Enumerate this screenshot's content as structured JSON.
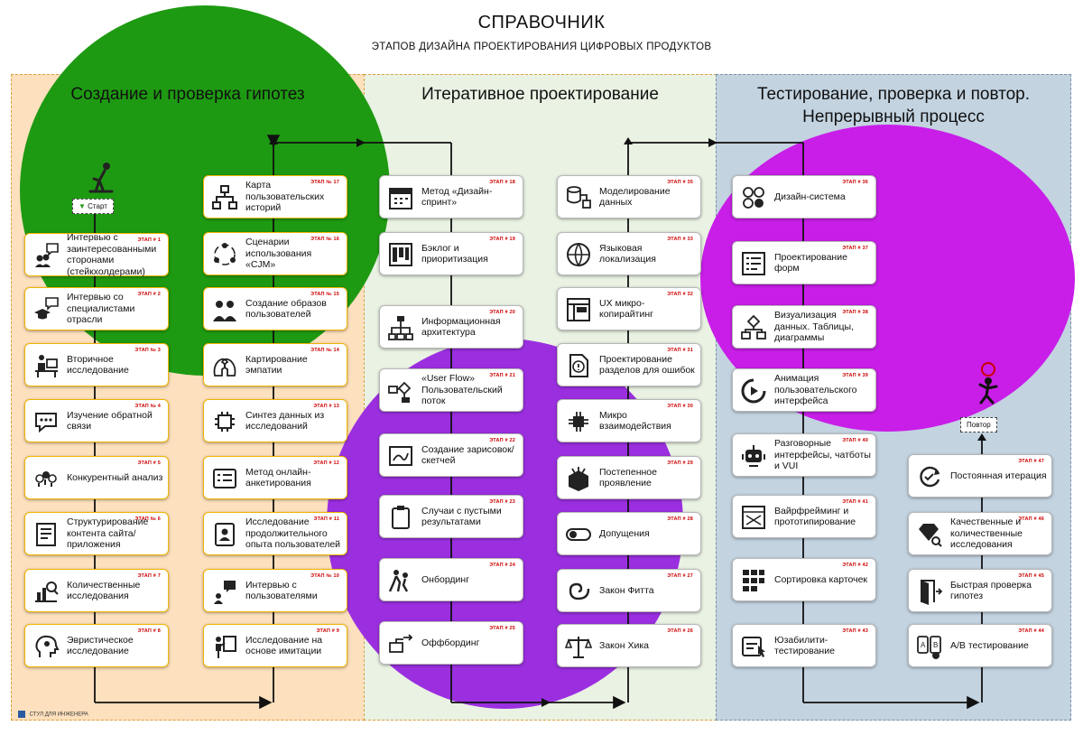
{
  "header": {
    "title": "СПРАВОЧНИК",
    "subtitle": "ЭТАПОВ ДИЗАЙНА ПРОЕКТИРОВАНИЯ ЦИФРОВЫХ ПРОДУКТОВ"
  },
  "colors": {
    "green": "#1e9a12",
    "purple": "#9b2fe0",
    "magenta": "#c81ee8",
    "zone1": "#fde0bd",
    "zone2": "#e9f2e3",
    "zone3": "#c3d3e0",
    "stage": "#cc0000",
    "card_border_yellow": "#f0b400"
  },
  "zones": [
    {
      "title": "Создание и проверка гипотез"
    },
    {
      "title": "Итеративное проектирование"
    },
    {
      "title_line1": "Тестирование, проверка и повтор.",
      "title_line2": "Непрерывный процесс"
    }
  ],
  "markers": {
    "start": "Старт",
    "repeat": "Повтор"
  },
  "footer": "СТУЛ ДЛЯ ИНЖЕНЕРА",
  "columns": [
    {
      "cards": [
        {
          "stage": "ЭТАП # 1",
          "label": "Интервью с заинтересованными сторонами (стейкхолдерами)",
          "icon": "people-speech-icon"
        },
        {
          "stage": "ЭТАП # 2",
          "label": "Интервью со специалистами отрасли",
          "icon": "graduate-speech-icon"
        },
        {
          "stage": "ЭТАП № 3",
          "label": "Вторичное исследование",
          "icon": "desk-worker-icon"
        },
        {
          "stage": "ЭТАП № 4",
          "label": "Изучение обратной связи",
          "icon": "chat-bubble-icon"
        },
        {
          "stage": "ЭТАП # 5",
          "label": "Конкурентный анализ",
          "icon": "lightbulbs-icon"
        },
        {
          "stage": "ЭТАП № 6",
          "label": "Структурирование контента сайта/приложения",
          "icon": "document-list-icon"
        },
        {
          "stage": "ЭТАП # 7",
          "label": "Количественные исследования",
          "icon": "chart-magnifier-icon"
        },
        {
          "stage": "ЭТАП # 8",
          "label": "Эвристическое исследование",
          "icon": "head-gear-icon"
        }
      ]
    },
    {
      "cards": [
        {
          "stage": "ЭТАП № 17",
          "label": "Карта пользовательских историй",
          "icon": "hierarchy-icon"
        },
        {
          "stage": "ЭТАП № 16",
          "label": "Сценарии использования «CJM»",
          "icon": "cycle-users-icon"
        },
        {
          "stage": "ЭТАП № 15",
          "label": "Создание образов пользователей",
          "icon": "personas-icon"
        },
        {
          "stage": "ЭТАП № 14",
          "label": "Картирование эмпатии",
          "icon": "faces-icon"
        },
        {
          "stage": "ЭТАП # 13",
          "label": "Синтез данных из исследований",
          "icon": "chip-icon"
        },
        {
          "stage": "ЭТАП # 12",
          "label": "Метод онлайн-анкетирования",
          "icon": "survey-icon"
        },
        {
          "stage": "ЭТАП # 11",
          "label": "Исследование продолжительного опыта пользователей",
          "icon": "contact-book-icon"
        },
        {
          "stage": "ЭТАП № 10",
          "label": "Интервью с пользователями",
          "icon": "dialog-icon"
        },
        {
          "stage": "ЭТАП # 9",
          "label": "Исследование на основе имитации",
          "icon": "presenter-icon"
        }
      ]
    },
    {
      "cards": [
        {
          "stage": "ЭТАП # 18",
          "label": "Метод «Дизайн-спринт»",
          "icon": "calendar-icon"
        },
        {
          "stage": "ЭТАП # 19",
          "label": "Бэклог и приоритизация",
          "icon": "kanban-icon"
        },
        {
          "stage": "ЭТАП # 20",
          "label": "Информационная архитектура",
          "icon": "sitemap-icon"
        },
        {
          "stage": "ЭТАП # 21",
          "label": "«User Flow» Пользовательский поток",
          "icon": "flow-icon"
        },
        {
          "stage": "ЭТАП # 22",
          "label": "Создание зарисовок/скетчей",
          "icon": "sketch-icon"
        },
        {
          "stage": "ЭТАП # 23",
          "label": "Случаи с пустыми результатами",
          "icon": "clipboard-icon"
        },
        {
          "stage": "ЭТАП # 24",
          "label": "Онбординг",
          "icon": "onboarding-icon"
        },
        {
          "stage": "ЭТАП # 25",
          "label": "Оффбординг",
          "icon": "offboarding-icon"
        }
      ]
    },
    {
      "cards": [
        {
          "stage": "ЭТАП # 35",
          "label": "Моделирование данных",
          "icon": "database-icon"
        },
        {
          "stage": "ЭТАП # 33",
          "label": "Языковая локализация",
          "icon": "globe-icon"
        },
        {
          "stage": "ЭТАП # 32",
          "label": "UX микро-копирайтинг",
          "icon": "layout-icon"
        },
        {
          "stage": "ЭТАП # 31",
          "label": "Проектирование разделов для ошибок",
          "icon": "error-doc-icon"
        },
        {
          "stage": "ЭТАП # 30",
          "label": "Микро взаимодействия",
          "icon": "processor-icon"
        },
        {
          "stage": "ЭТАП # 29",
          "label": "Постепенное проявление",
          "icon": "box-icon"
        },
        {
          "stage": "ЭТАП # 28",
          "label": "Допущения",
          "icon": "toggle-icon"
        },
        {
          "stage": "ЭТАП # 27",
          "label": "Закон Фитта",
          "icon": "spiral-icon"
        },
        {
          "stage": "ЭТАП # 26",
          "label": "Закон Хика",
          "icon": "scales-icon"
        }
      ]
    },
    {
      "cards": [
        {
          "stage": "ЭТАП # 36",
          "label": "Дизайн-система",
          "icon": "design-system-icon"
        },
        {
          "stage": "ЭТАП # 37",
          "label": "Проектирование форм",
          "icon": "form-icon"
        },
        {
          "stage": "ЭТАП # 38",
          "label": "Визуализация данных. Таблицы, диаграммы",
          "icon": "flowchart-icon"
        },
        {
          "stage": "ЭТАП # 39",
          "label": "Анимация пользовательского интерфейса",
          "icon": "animation-icon"
        },
        {
          "stage": "ЭТАП # 40",
          "label": "Разговорные интерфейсы, чатботы и VUI",
          "icon": "robot-icon"
        },
        {
          "stage": "ЭТАП # 41",
          "label": "Вайрфрейминг и прототипирование",
          "icon": "wireframe-icon"
        },
        {
          "stage": "ЭТАП # 42",
          "label": "Сортировка карточек",
          "icon": "cards-grid-icon"
        },
        {
          "stage": "ЭТАП # 43",
          "label": "Юзабилити-тестирование",
          "icon": "usability-icon"
        }
      ]
    },
    {
      "cards": [
        {
          "stage": "ЭТАП # 47",
          "label": "Постоянная итерация",
          "icon": "iteration-icon"
        },
        {
          "stage": "ЭТАП # 46",
          "label": "Качественные и количественные исследования",
          "icon": "diamond-search-icon"
        },
        {
          "stage": "ЭТАП # 45",
          "label": "Быстрая проверка гипотез",
          "icon": "exit-door-icon"
        },
        {
          "stage": "ЭТАП # 44",
          "label": "А/В тестирование",
          "icon": "ab-test-icon"
        }
      ]
    }
  ]
}
